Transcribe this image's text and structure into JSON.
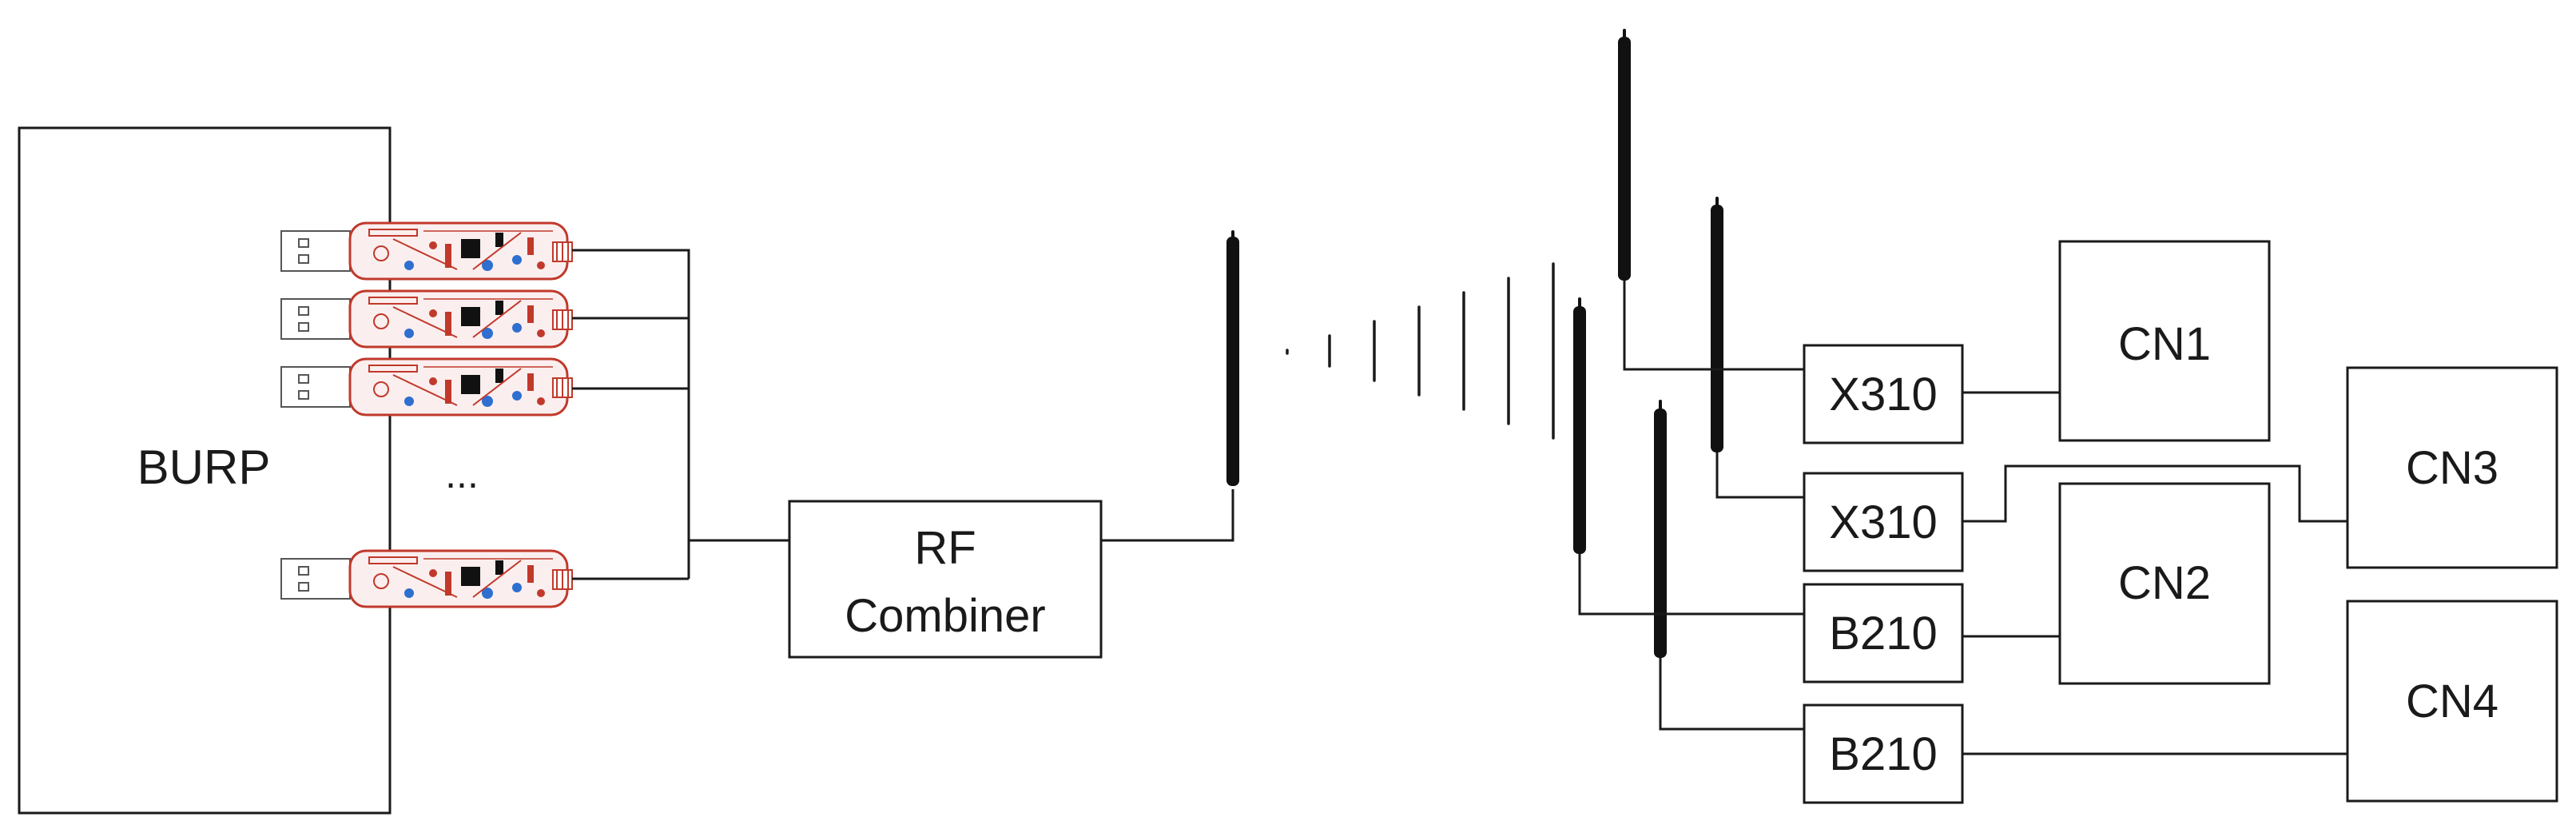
{
  "diagram": {
    "host_label": "BURP",
    "ellipsis": "...",
    "combiner_label_line1": "RF",
    "combiner_label_line2": "Combiner",
    "radios": [
      "X310",
      "X310",
      "B210",
      "B210"
    ],
    "nodes": [
      "CN1",
      "CN3",
      "CN2",
      "CN4"
    ]
  },
  "colors": {
    "line": "#1a1a1a",
    "pcb_red": "#c0392b",
    "pcb_blue": "#2e6fd0",
    "antenna": "#111111"
  },
  "icons": [
    "usb-dongle-icon",
    "antenna-icon",
    "radio-wave-icon"
  ]
}
